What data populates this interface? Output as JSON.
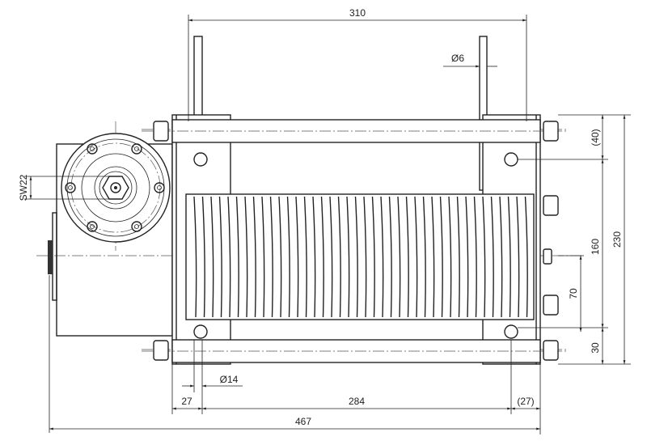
{
  "drawing": {
    "dimensions": {
      "overall_width": "310",
      "rod_diameter": "Ø6",
      "top_offset": "(40)",
      "overall_height": "230",
      "hole_spacing_vertical": "160",
      "center_to_hole": "70",
      "bottom_offset": "30",
      "wrench_size": "SW22",
      "hole_diameter": "Ø14",
      "left_offset": "27",
      "hole_spacing_horizontal": "284",
      "right_offset": "(27)",
      "total_length": "467"
    }
  }
}
